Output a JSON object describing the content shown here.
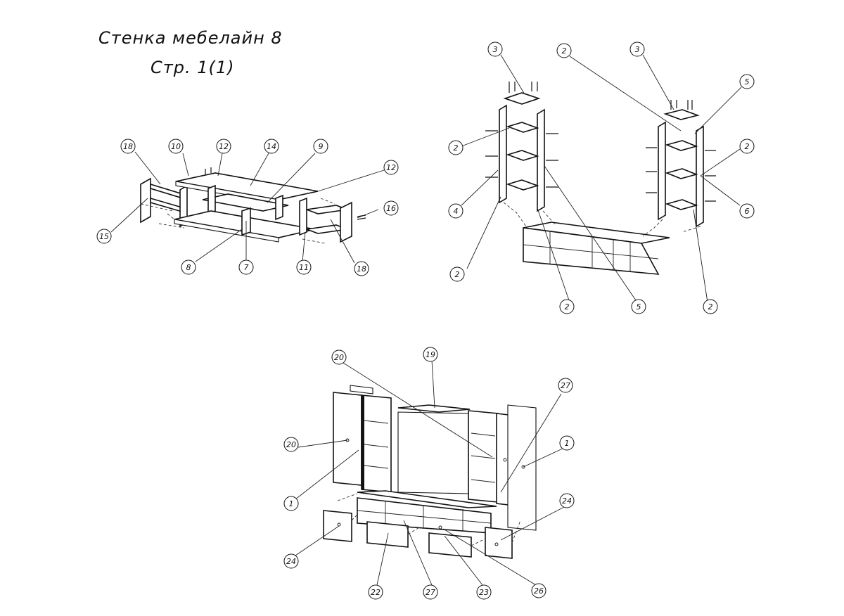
{
  "header": {
    "title": "Стенка мебелайн 8",
    "page": "Стр. 1(1)"
  },
  "colors": {
    "line": "#111111",
    "background": "#ffffff"
  },
  "views": [
    {
      "id": "bottom-unit",
      "callouts": [
        "18",
        "10",
        "12",
        "14",
        "9",
        "12",
        "16",
        "15",
        "8",
        "7",
        "11",
        "18"
      ]
    },
    {
      "id": "side-towers",
      "callouts": [
        "3",
        "2",
        "3",
        "5",
        "2",
        "2",
        "4",
        "6",
        "2",
        "2",
        "5",
        "2"
      ]
    },
    {
      "id": "full-assembly",
      "callouts": [
        "20",
        "19",
        "27",
        "20",
        "1",
        "1",
        "24",
        "24",
        "22",
        "27",
        "23",
        "26"
      ]
    }
  ]
}
